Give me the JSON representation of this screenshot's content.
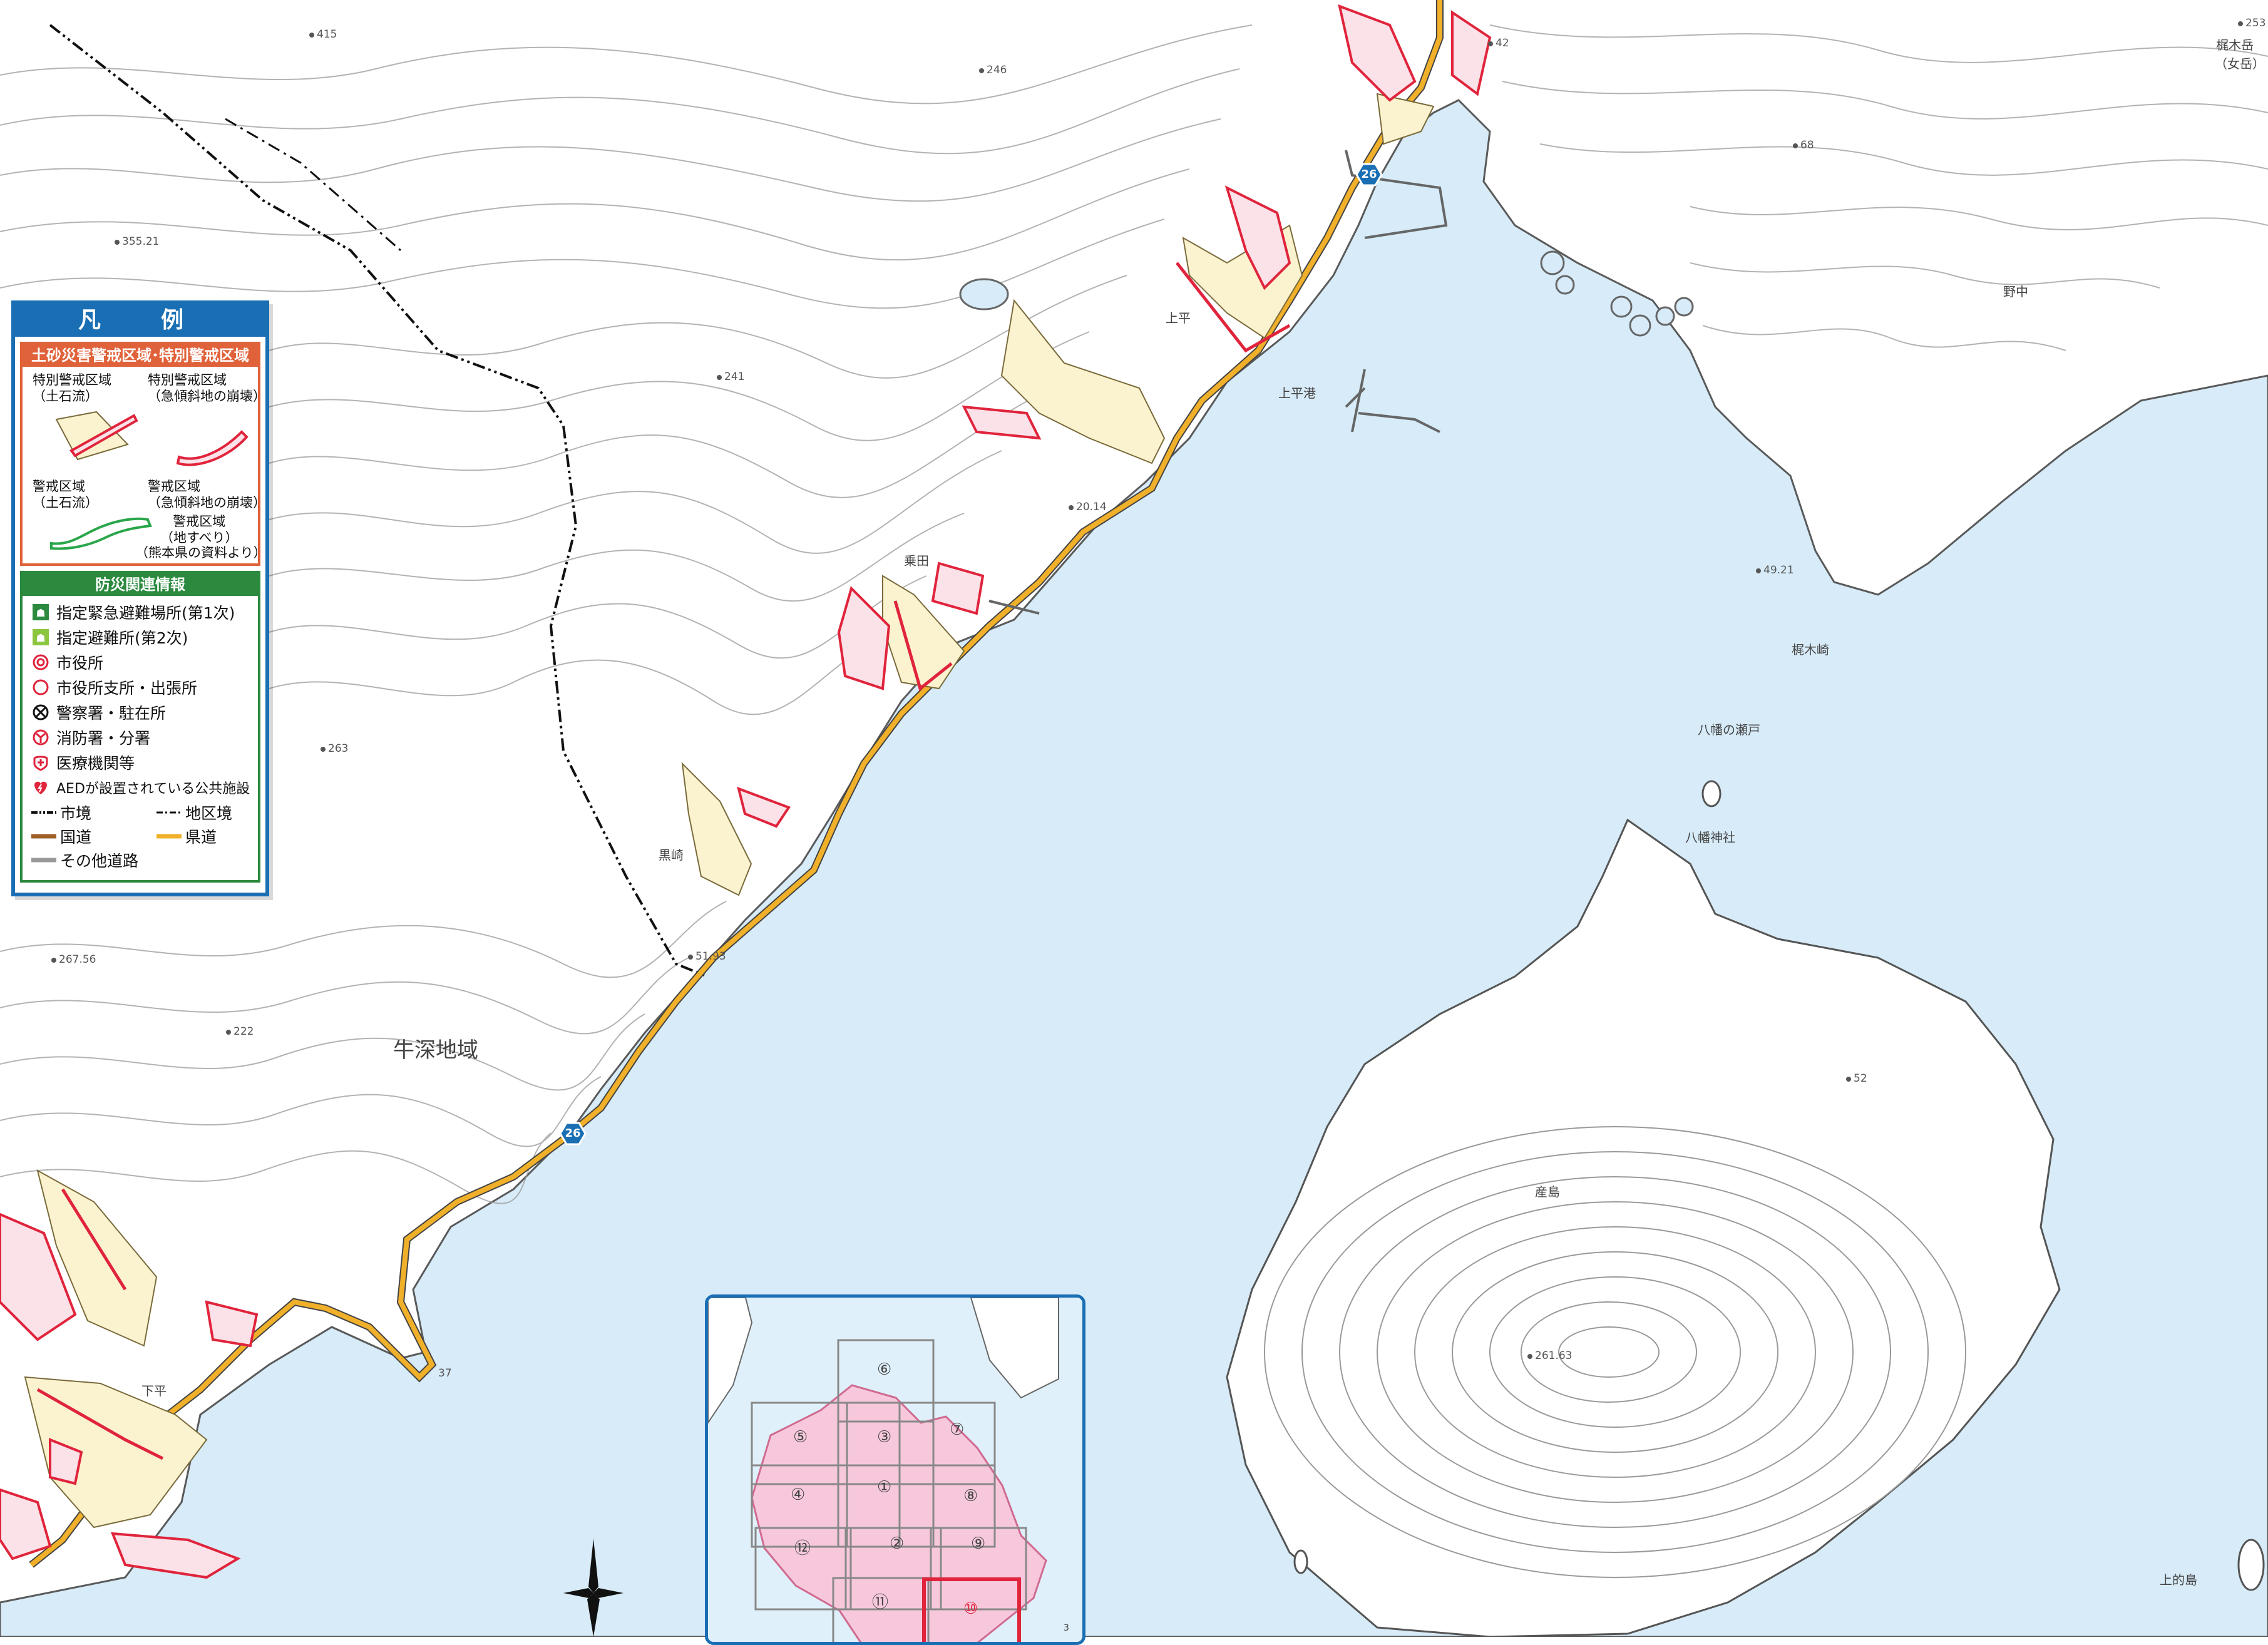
{
  "colors": {
    "sea": "#d7ebf8",
    "contour": "#9a9a9a",
    "pref_road": "#f0b02a",
    "hazard_red": "#e0243c",
    "hazard_fill": "#fbe2e8",
    "warn_fill": "#fbf3cf",
    "legend_border": "#1a6fb4"
  },
  "legend": {
    "title": "凡　例",
    "hazard_section": {
      "header": "土砂災害警戒区域･特別警戒区域",
      "special_debris": "特別警戒区域\n（土石流）",
      "special_slope": "特別警戒区域\n（急傾斜地の崩壊）",
      "warn_debris": "警戒区域\n（土石流）",
      "warn_slope": "警戒区域\n（急傾斜地の崩壊）",
      "warn_landslide": "警戒区域\n（地すべり）",
      "source": "（熊本県の資料より）"
    },
    "info_section": {
      "header": "防災関連情報",
      "items": [
        {
          "icon": "emergency-shelter-icon",
          "label": "指定緊急避難場所(第1次)"
        },
        {
          "icon": "shelter-icon",
          "label": "指定避難所(第2次)"
        },
        {
          "icon": "city-hall-icon",
          "label": "市役所"
        },
        {
          "icon": "branch-office-icon",
          "label": "市役所支所・出張所"
        },
        {
          "icon": "police-icon",
          "label": "警察署・駐在所"
        },
        {
          "icon": "fire-station-icon",
          "label": "消防署・分署"
        },
        {
          "icon": "medical-icon",
          "label": "医療機関等"
        },
        {
          "icon": "aed-icon",
          "label": "AEDが設置されている公共施設"
        }
      ],
      "lines": {
        "city_border": "市境",
        "district_border": "地区境",
        "national_road": "国道",
        "prefectural_road": "県道",
        "other_road": "その他道路"
      }
    }
  },
  "places": {
    "ushibuka": "牛深地域",
    "kamihira": "上平",
    "kamihira_port": "上平港",
    "noda": "乗田",
    "kurosaki": "黒崎",
    "shimohira": "下平",
    "nonaka": "野中",
    "kajikisaki": "梶木崎",
    "yawata_seto": "八幡の瀬戸",
    "yawata_shrine": "八幡神社",
    "ubushima": "産島",
    "kaminoshima": "上的島",
    "kajikidake": "梶木岳",
    "kajikidake_sub": "（女岳）"
  },
  "spot_heights": [
    "415",
    "246",
    "355.21",
    "241",
    "263",
    "267.56",
    "222",
    "51.93",
    "20.14",
    "42",
    "68",
    "49.21",
    "52",
    "261.63",
    "37",
    "253"
  ],
  "route_badges": [
    "26",
    "26"
  ],
  "inset": {
    "sections": [
      "①",
      "②",
      "③",
      "④",
      "⑤",
      "⑥",
      "⑦",
      "⑧",
      "⑨",
      "⑩",
      "⑪",
      "⑫"
    ],
    "current": "⑩",
    "corner_label": "3"
  }
}
